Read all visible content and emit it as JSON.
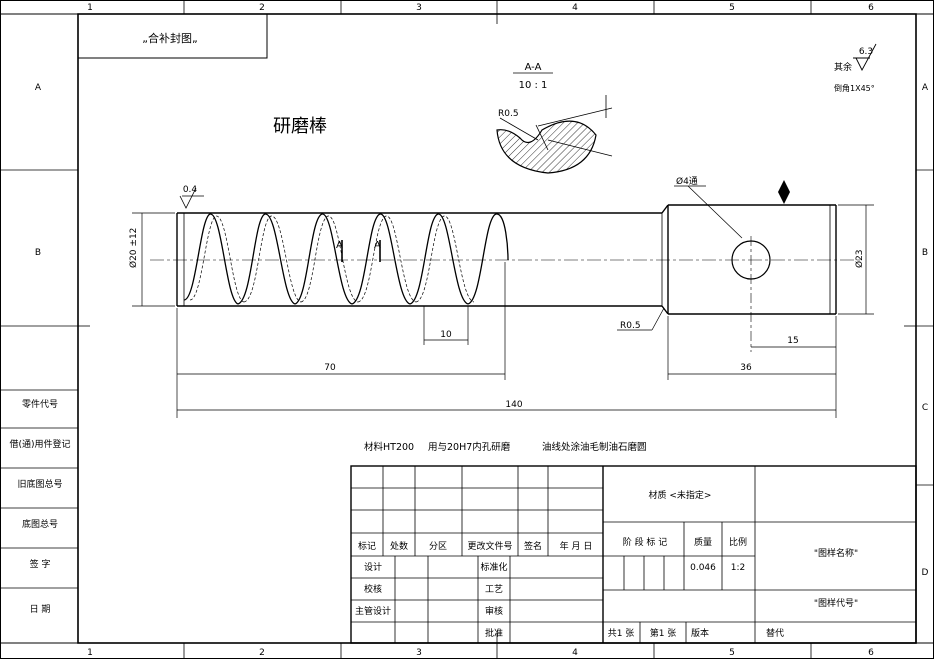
{
  "frame": {
    "cols": [
      "1",
      "2",
      "3",
      "4",
      "5",
      "6"
    ],
    "rows": [
      "A",
      "B",
      "C",
      "D"
    ]
  },
  "top_box_text": "„合补封图„",
  "part_name": "研磨棒",
  "section": {
    "title": "A-A",
    "scale": "10 : 1",
    "radius": "R0.5"
  },
  "surface": {
    "roughness": "6.3",
    "rest_label": "其余",
    "chamfer": "倒角1X45°"
  },
  "dims": {
    "rough_left": "0.4",
    "dia_left": "Ø20 ±12",
    "hole": "Ø4通",
    "dia_right": "Ø23",
    "radius_fillet": "R0.5",
    "pitch": "10",
    "thread_len": "70",
    "head_len": "36",
    "hole_pos": "15",
    "total_len": "140",
    "section_mark": "A"
  },
  "note": {
    "material": "材料HT200",
    "usage": "用与20H7内孔研磨",
    "process": "油线处涂油毛制油石磨圆"
  },
  "left_column": [
    "零件代号",
    "借(通)用件登记",
    "旧底图总号",
    "底图总号",
    "签 字",
    "日 期"
  ],
  "title_block": {
    "headers": [
      "标记",
      "处数",
      "分区",
      "更改文件号",
      "签名",
      "年 月 日"
    ],
    "rows": [
      [
        "设计",
        "标准化"
      ],
      [
        "校核",
        "工艺"
      ],
      [
        "主管设计",
        "审核"
      ],
      [
        "",
        "批准"
      ]
    ],
    "material_label": "材质 <未指定>",
    "stage_label": "阶 段 标 记",
    "mass_label": "质量",
    "mass_value": "0.046",
    "scale_label": "比例",
    "scale_value": "1:2",
    "name_label": "\"图样名称\"",
    "code_label": "\"图样代号\"",
    "sheets_total": "共1 张",
    "sheet_num": "第1 张",
    "version": "版本",
    "replace": "替代"
  }
}
